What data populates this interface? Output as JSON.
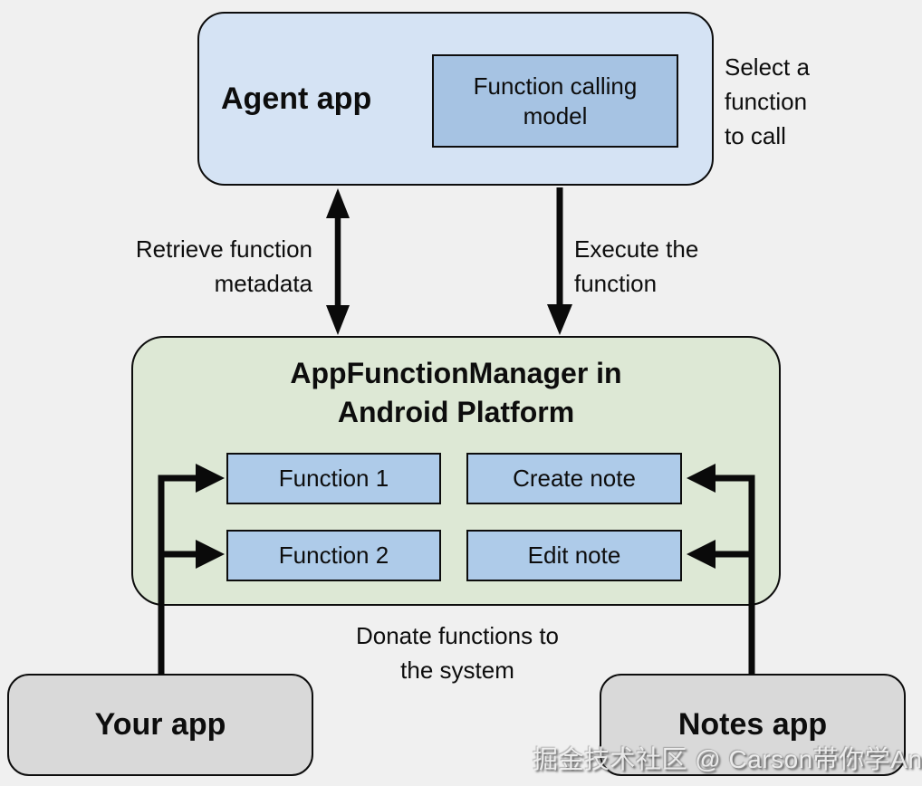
{
  "canvas": {
    "background": "#f0f0f0"
  },
  "colors": {
    "agent_fill": "#d5e3f4",
    "model_fill": "#a6c3e3",
    "platform_fill": "#dde8d5",
    "function_fill": "#aecbe9",
    "app_fill": "#d9d9d9",
    "line": "#0a0a0a"
  },
  "agent": {
    "label": "Agent app",
    "model_label": "Function calling\nmodel"
  },
  "annotations": {
    "select_function": "Select a\nfunction\nto call",
    "retrieve_metadata": "Retrieve function\nmetadata",
    "execute_function": "Execute the\nfunction",
    "donate_functions": "Donate functions to\nthe system"
  },
  "platform": {
    "title": "AppFunctionManager in\nAndroid Platform",
    "functions": [
      {
        "label": "Function 1"
      },
      {
        "label": "Create note"
      },
      {
        "label": "Function 2"
      },
      {
        "label": "Edit note"
      }
    ]
  },
  "apps": {
    "your_app": "Your app",
    "notes_app": "Notes app"
  },
  "watermark": "掘金技术社区 @ Carson带你学Android"
}
